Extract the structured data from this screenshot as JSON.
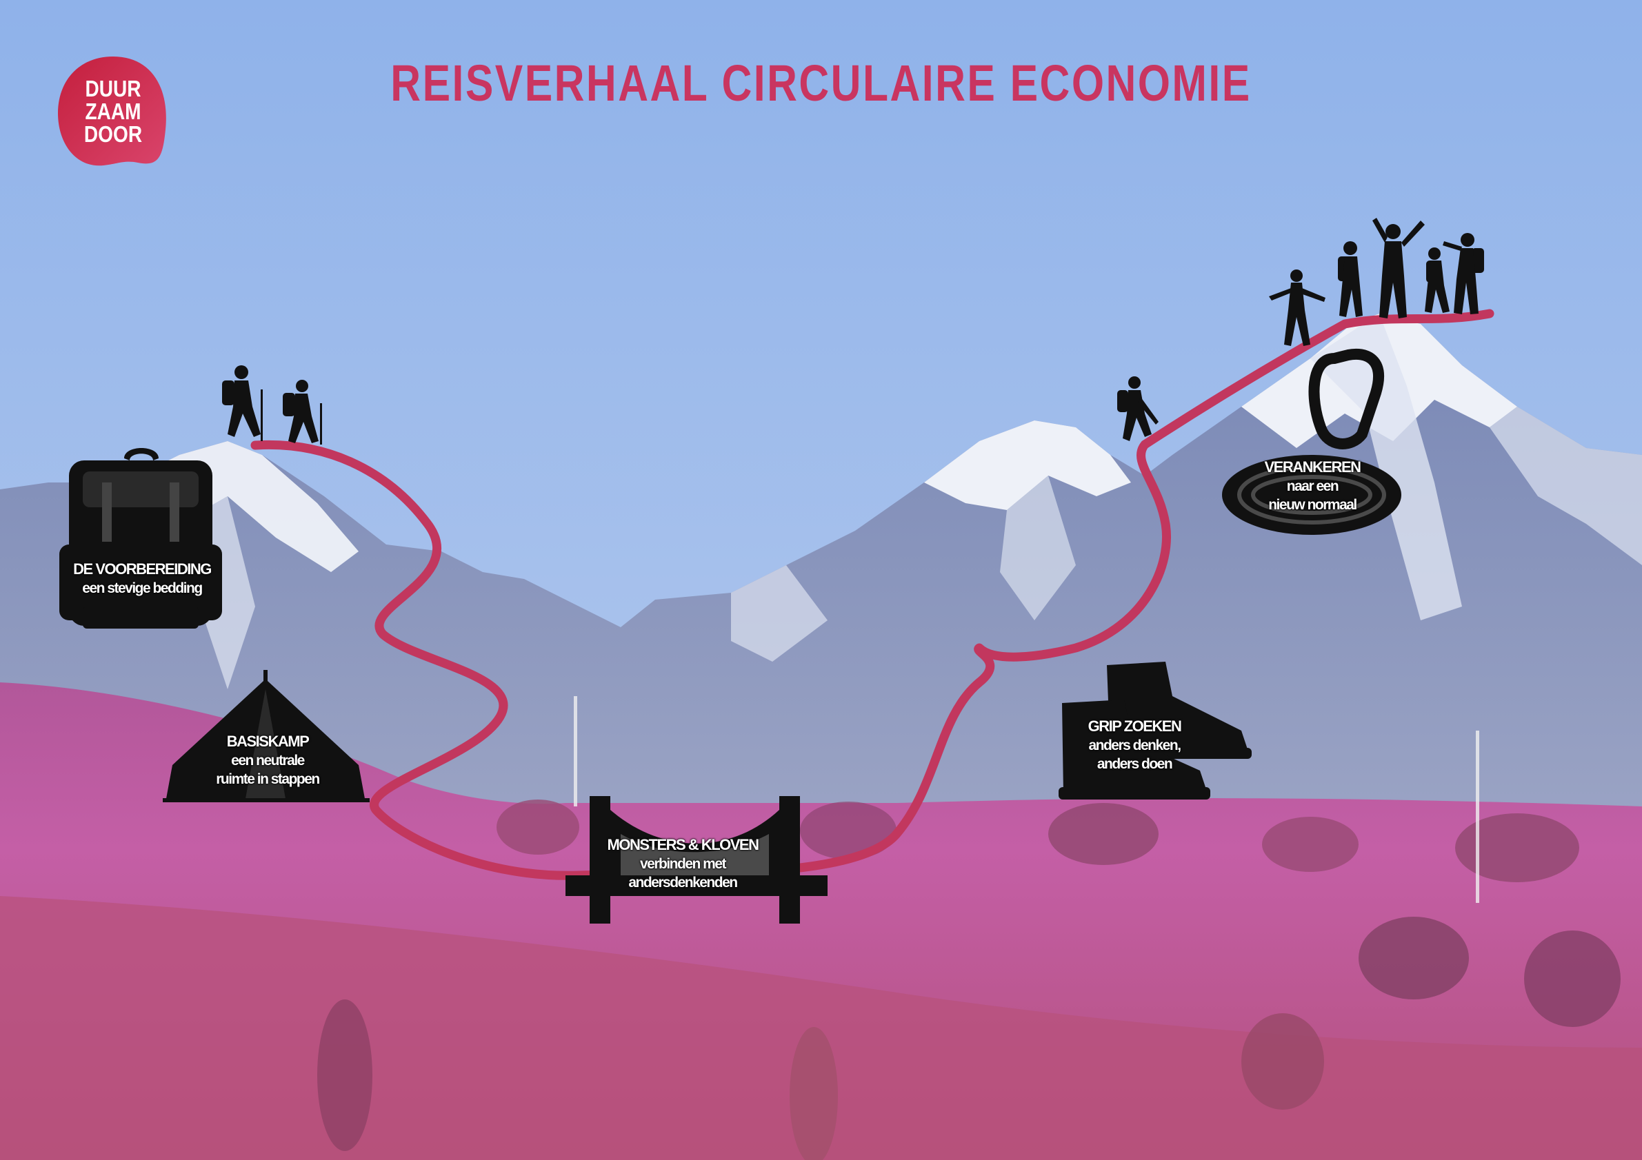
{
  "title": "REISVERHAAL CIRCULAIRE ECONOMIE",
  "logo": {
    "lines": [
      "DUUR",
      "ZAAM",
      "DOOR"
    ]
  },
  "colors": {
    "accent": "#c93560",
    "path": "#c2375e",
    "sky": "#9bb8e6",
    "field": "#c04f97"
  },
  "stages": [
    {
      "heading": "DE VOORBEREIDING",
      "lines": [
        "een stevige bedding"
      ],
      "icon": "backpack-icon"
    },
    {
      "heading": "BASISKAMP",
      "lines": [
        "een neutrale",
        "ruimte in stappen"
      ],
      "icon": "tent-icon"
    },
    {
      "heading": "MONSTERS & KLOVEN",
      "lines": [
        "verbinden met",
        "andersdenkenden"
      ],
      "icon": "bridge-icon"
    },
    {
      "heading": "GRIP ZOEKEN",
      "lines": [
        "anders denken,",
        "anders doen"
      ],
      "icon": "boots-icon"
    },
    {
      "heading": "VERANKEREN",
      "lines": [
        "naar een",
        "nieuw normaal"
      ],
      "icon": "rope-carabiner-icon"
    }
  ]
}
